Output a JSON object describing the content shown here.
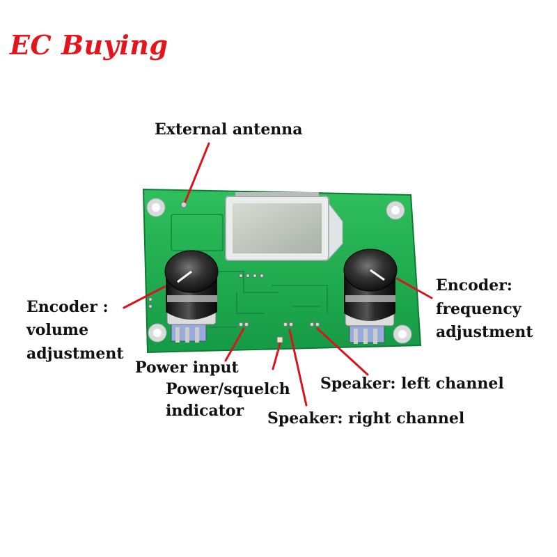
{
  "brand": {
    "name": "EC Buying",
    "color": "#e3141b"
  },
  "labels": {
    "external_antenna": "External antenna",
    "encoder_volume_line1": "Encoder :",
    "encoder_volume_line2": "volume",
    "encoder_volume_line3": "adjustment",
    "encoder_freq_line1": "Encoder:",
    "encoder_freq_line2": "frequency",
    "encoder_freq_line3": "adjustment",
    "power_input": "Power input",
    "power_indicator_line1": "Power/squelch",
    "power_indicator_line2": "indicator",
    "speaker_left": "Speaker: left channel",
    "speaker_right": "Speaker: right channel"
  },
  "colors": {
    "pcb": "#1faa4e",
    "pointer": "#d9141c",
    "lcd": "#c9cfc6",
    "knob": "#1a1a1a"
  }
}
